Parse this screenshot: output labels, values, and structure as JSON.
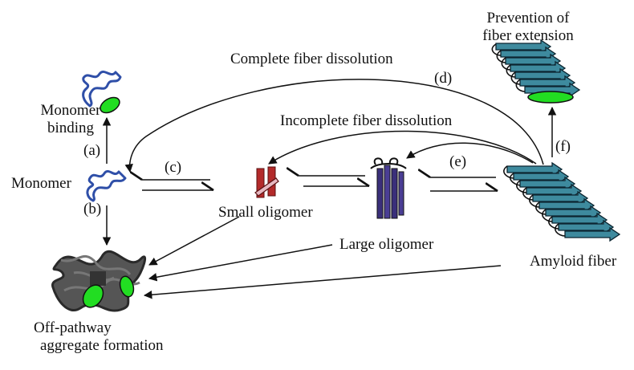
{
  "labels": {
    "monomer": "Monomer",
    "monomer_binding_l1": "Monomer",
    "monomer_binding_l2": "binding",
    "small_oligomer": "Small oligomer",
    "large_oligomer": "Large oligomer",
    "amyloid_fiber": "Amyloid fiber",
    "off_pathway_l1": "Off-pathway",
    "off_pathway_l2": "aggregate formation",
    "prevention_l1": "Prevention of",
    "prevention_l2": "fiber extension",
    "complete_dissolution": "Complete fiber dissolution",
    "incomplete_dissolution": "Incomplete fiber dissolution"
  },
  "steps": {
    "a": "(a)",
    "b": "(b)",
    "c": "(c)",
    "d": "(d)",
    "e": "(e)",
    "f": "(f)"
  },
  "colors": {
    "monomer_chain": "#2f4fa8",
    "ligand": "#22dd22",
    "small_oligomer": "#b32a2a",
    "large_oligomer": "#3a2f7a",
    "fiber_arrow": "#3e8a9e",
    "aggregate_chain": "#444444"
  }
}
